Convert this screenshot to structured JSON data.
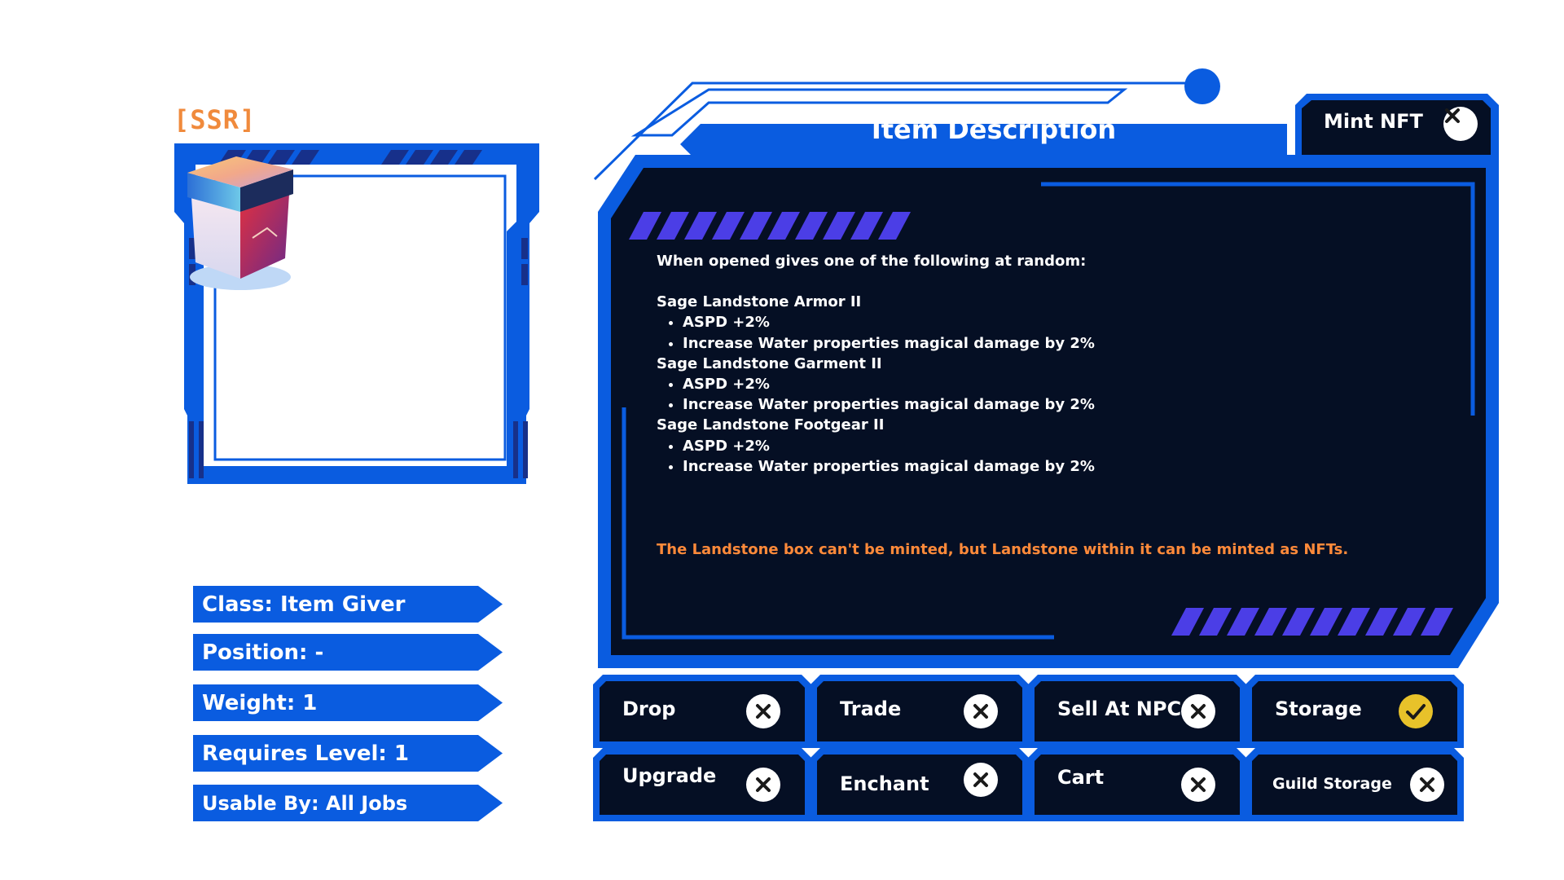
{
  "item": {
    "rarity": "[SSR]",
    "image_icon": "landstone-box-icon"
  },
  "stats": [
    {
      "text": "Class: Item Giver"
    },
    {
      "text": "Position: -"
    },
    {
      "text": "Weight: 1"
    },
    {
      "text": "Requires Level: 1"
    },
    {
      "text": "Usable By: All Jobs"
    }
  ],
  "description": {
    "title": "Item Description",
    "mint_label": "Mint NFT",
    "mint_status": "not-allowed",
    "intro": "When opened gives one of the following at random:",
    "entries": [
      {
        "name": "Sage Landstone Armor II",
        "effects": [
          "ASPD +2%",
          "Increase Water properties magical damage by 2%"
        ]
      },
      {
        "name": "Sage Landstone Garment II",
        "effects": [
          "ASPD +2%",
          "Increase Water properties magical damage by 2%"
        ]
      },
      {
        "name": "Sage Landstone Footgear II",
        "effects": [
          "ASPD +2%",
          "Increase Water properties magical damage by 2%"
        ]
      }
    ],
    "note": "The Landstone box can't be minted, but Landstone within it can be minted as NFTs."
  },
  "actions": [
    {
      "label": "Drop",
      "status": "not-allowed"
    },
    {
      "label": "Trade",
      "status": "not-allowed"
    },
    {
      "label": "Sell At NPC",
      "status": "not-allowed"
    },
    {
      "label": "Storage",
      "status": "allowed"
    },
    {
      "label": "Upgrade",
      "status": "not-allowed"
    },
    {
      "label": "Enchant",
      "status": "not-allowed"
    },
    {
      "label": "Cart",
      "status": "not-allowed"
    },
    {
      "label": "Guild Storage",
      "status": "not-allowed"
    }
  ],
  "colors": {
    "primary_blue": "#0a5ce0",
    "dark_panel": "#050f24",
    "accent_orange": "#f08a3c",
    "stripe_purple": "#4b3ee6",
    "check_yellow": "#e8c22a"
  }
}
